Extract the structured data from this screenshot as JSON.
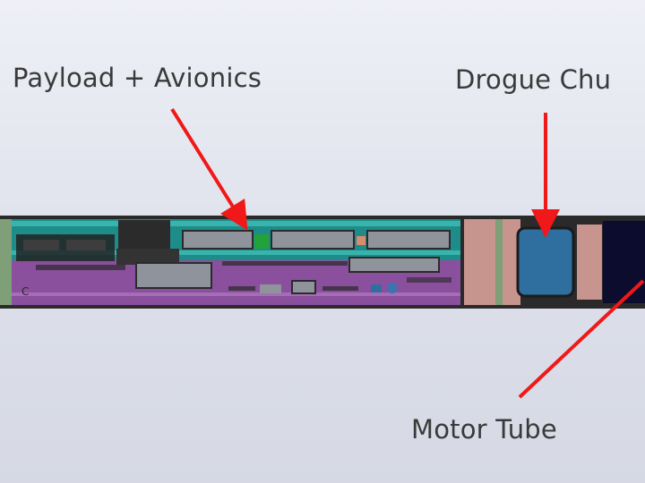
{
  "labels": {
    "payload_avionics": "Payload + Avionics",
    "drogue_chute": "Drogue Chu",
    "motor_tube": "Motor Tube"
  },
  "colors": {
    "arrow": "#f01818",
    "teal_bay": "#1e8d8a",
    "purple_bay": "#8a4f9d",
    "coupler": "#c7948e",
    "drogue_canister": "#2f6fa0",
    "motor_tube": "#0c0c2e",
    "bulkhead_green": "#7e9f78"
  }
}
